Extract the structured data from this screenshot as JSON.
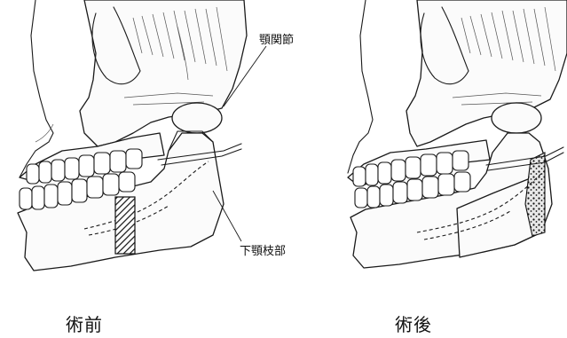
{
  "labels": {
    "tmj": "顎関節",
    "ramus": "下顎枝部"
  },
  "captions": {
    "before": "術前",
    "after": "術後"
  },
  "colors": {
    "ink": "#1a1a1a",
    "bone": "#fbfbfb",
    "background": "#ffffff"
  }
}
